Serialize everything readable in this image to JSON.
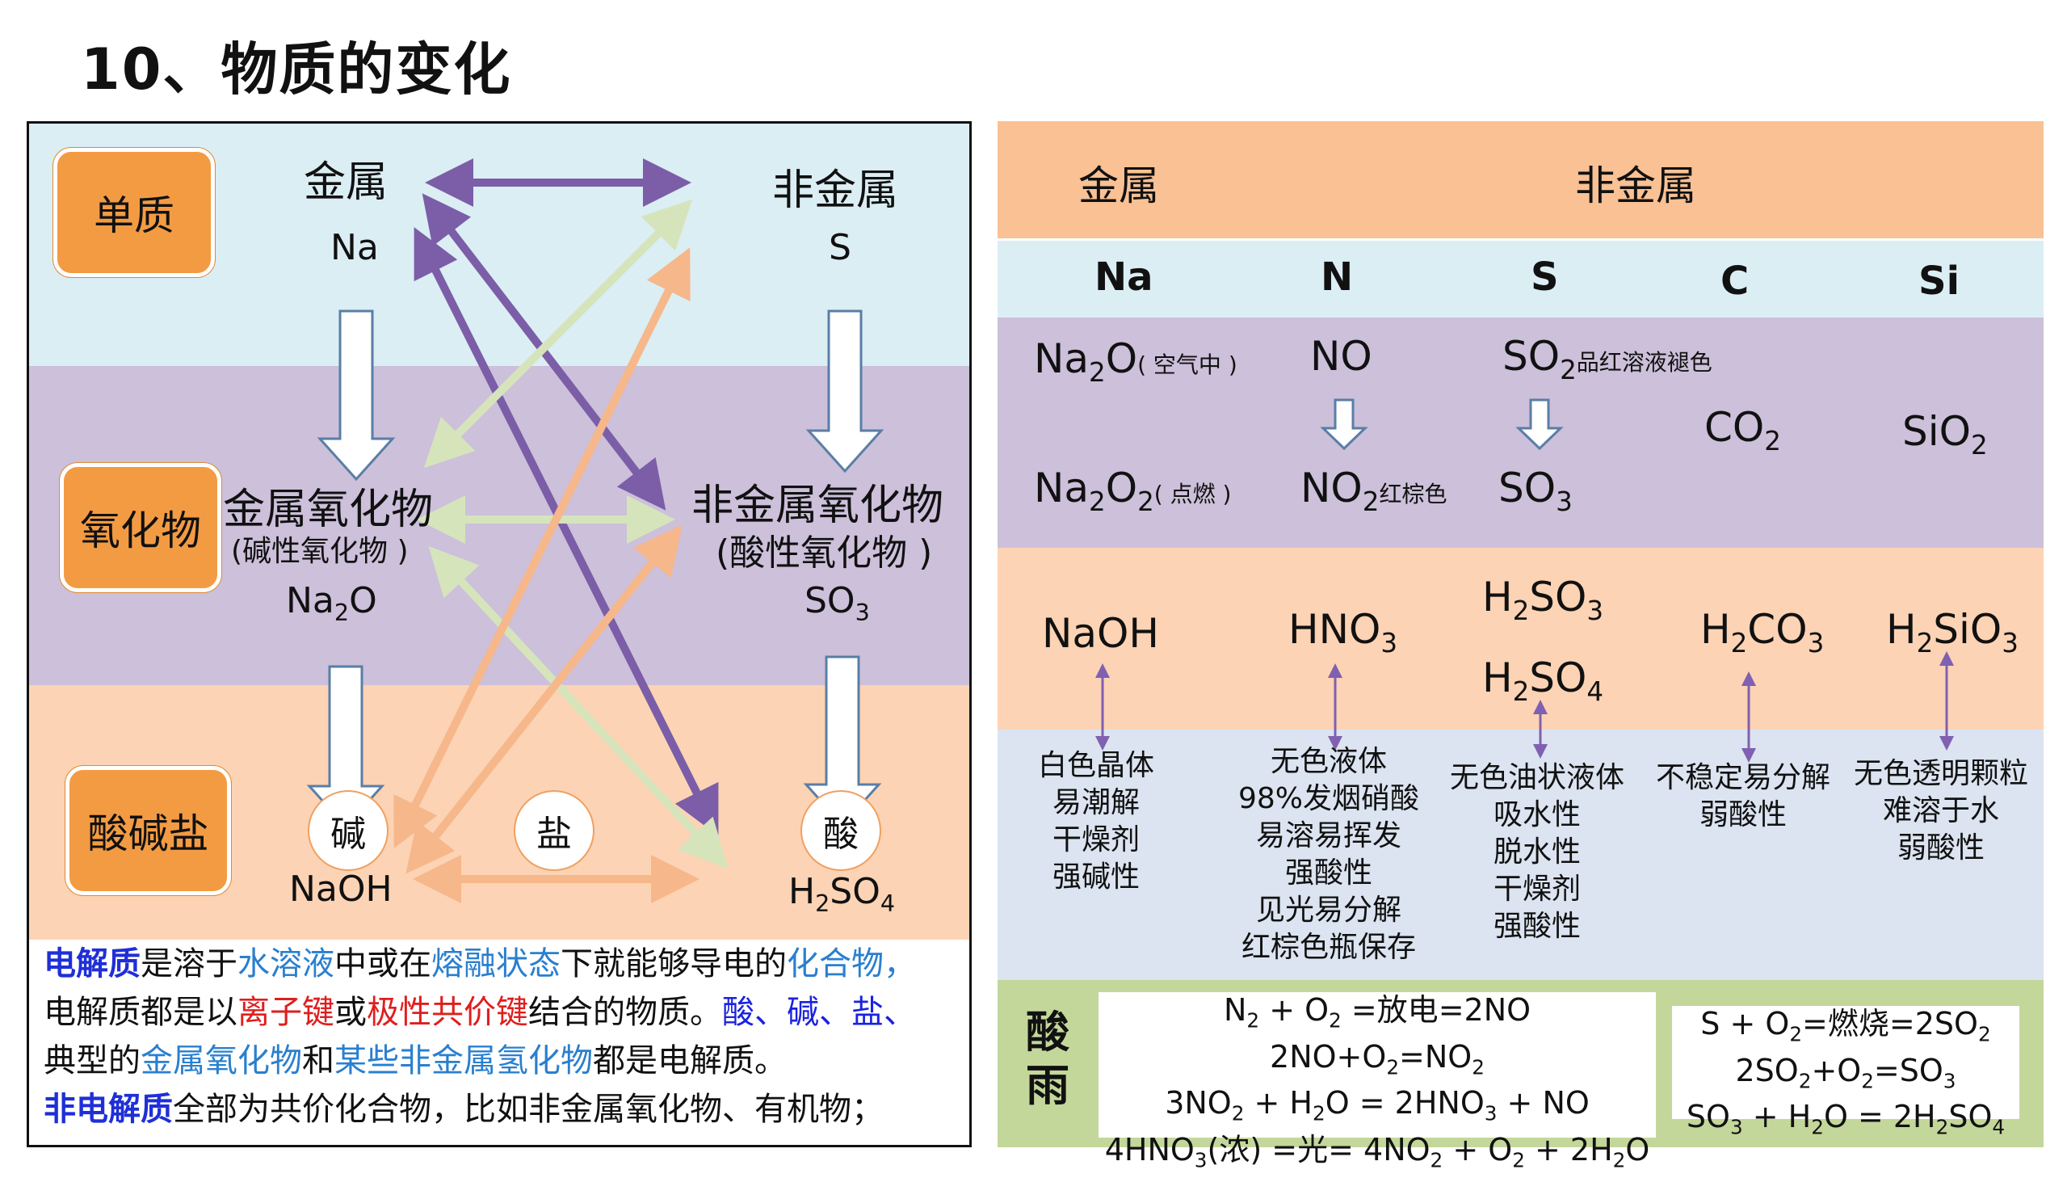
{
  "title": "10、物质的变化",
  "left": {
    "categories": {
      "elem": "单质",
      "oxide": "氧化物",
      "abs": "酸碱盐"
    },
    "metal": {
      "label": "金属",
      "example": "Na",
      "oxide_label": "金属氧化物",
      "oxide_sub": "(碱性氧化物 )",
      "oxide_example": "Na",
      "oxide_example_sub": "2",
      "oxide_example_tail": "O",
      "base_circle": "碱",
      "base_example": "NaOH"
    },
    "nonmetal": {
      "label": "非金属",
      "example": "S",
      "oxide_label": "非金属氧化物",
      "oxide_sub": "(酸性氧化物 )",
      "oxide_example": "SO",
      "oxide_example_sub": "3",
      "acid_circle": "酸",
      "acid_example": "H",
      "acid_example_sub1": "2",
      "acid_example_mid": "SO",
      "acid_example_sub2": "4"
    },
    "salt_circle": "盐",
    "text": {
      "l1a": "电解质",
      "l1b": "是溶于",
      "l1c": "水溶液",
      "l1d": "中或在",
      "l1e": "熔融状态",
      "l1f": "下就能够导电的",
      "l1g": "化合物，",
      "l2a": "电解质都是以",
      "l2b": "离子键",
      "l2c": "或",
      "l2d": "极性共价键",
      "l2e": "结合的物质。",
      "l2f": "酸、碱、盐、",
      "l3a": "典型的",
      "l3b": "金属氧化物",
      "l3c": "和",
      "l3d": "某些非金属氢化物",
      "l3e": "都是电解质。",
      "l4a": "非电解质",
      "l4b": "全部为共价化合物，比如非金属氧化物、有机物；"
    },
    "colors": {
      "purple": "#7b5ea7",
      "light_green": "#d6e4bc",
      "orange": "#f6b78a"
    }
  },
  "right": {
    "head": {
      "metal": "金属",
      "nonmetal": "非金属"
    },
    "elements": [
      "Na",
      "N",
      "S",
      "C",
      "Si"
    ],
    "oxides": {
      "na2o_note": "( 空气中 )",
      "na2o2_note": "( 点燃 )",
      "no": "NO",
      "no2_note": "红棕色",
      "so2_note": "品红溶液褪色"
    },
    "acids": {
      "naoh": "NaOH"
    },
    "props": {
      "na": [
        "白色晶体",
        "易潮解",
        "干燥剂",
        "强碱性"
      ],
      "n": [
        "无色液体",
        "98%发烟硝酸",
        "易溶易挥发",
        "强酸性",
        "见光易分解",
        "红棕色瓶保存"
      ],
      "s": [
        "无色油状液体",
        "吸水性",
        "脱水性",
        "干燥剂",
        "强酸性"
      ],
      "c": [
        "不稳定易分解",
        "弱酸性"
      ],
      "si": [
        "无色透明颗粒",
        "难溶于水",
        "弱酸性"
      ]
    },
    "acid_rain": {
      "label1": "酸",
      "label2": "雨",
      "n_eq_trigger1": "放电",
      "s_eq_trigger1": "燃烧",
      "n_eq4_trigger": "光",
      "n_eq4_conc": "(浓)"
    }
  }
}
